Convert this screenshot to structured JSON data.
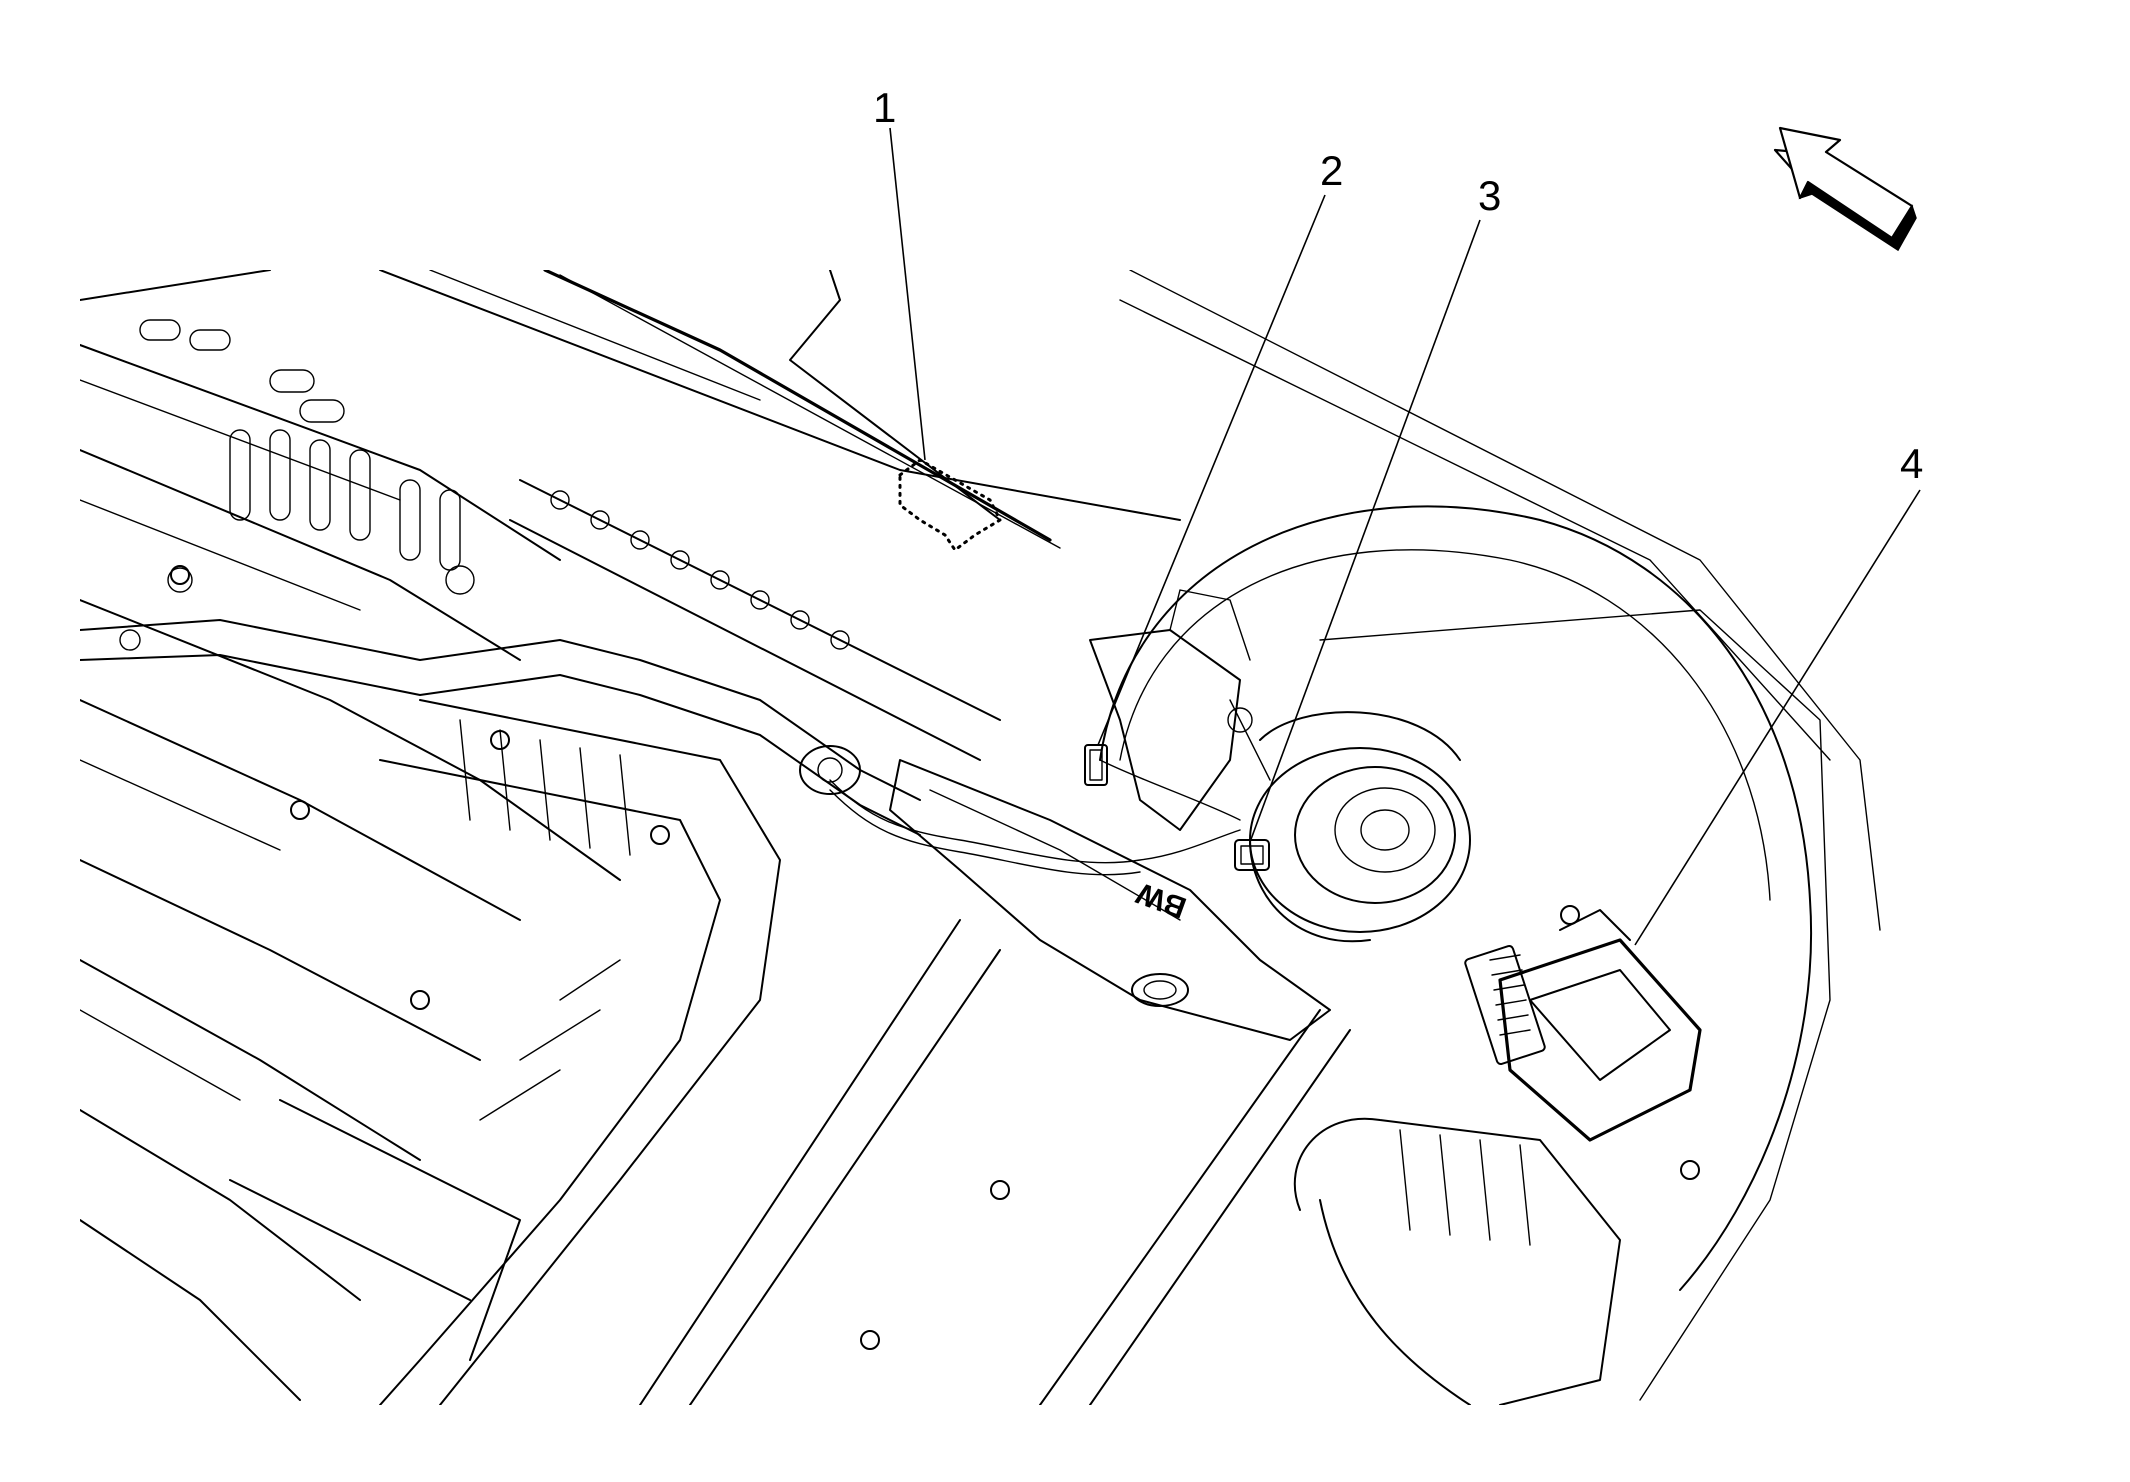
{
  "diagram": {
    "callouts": [
      {
        "id": "1",
        "label": "1"
      },
      {
        "id": "2",
        "label": "2"
      },
      {
        "id": "3",
        "label": "3"
      },
      {
        "id": "4",
        "label": "4"
      }
    ],
    "component_text": {
      "bw_marking": "BW"
    },
    "direction_arrow": "forward-arrow-icon",
    "line_color": "#000000",
    "background_color": "#ffffff"
  }
}
